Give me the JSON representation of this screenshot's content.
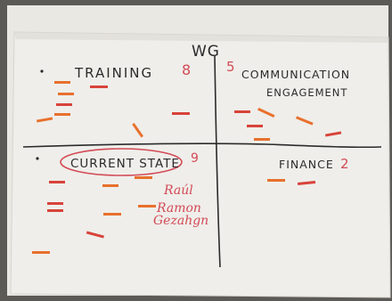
{
  "photo": {
    "content": "Flip-chart paper divided into four quadrants with small sticky notes",
    "colors": {
      "backdrop": "#5b5a57",
      "paper": "#efeeea",
      "paper_shadow": "#dddcd7",
      "marker_black": "#2b2b2b",
      "marker_red": "#d34a55",
      "sticky_orange": "#e8702d",
      "sticky_red": "#d8433a"
    }
  },
  "chart_text": {
    "center_label": "WG",
    "q1_title": "TRAINING",
    "q1_count": "8",
    "q2_count": "5",
    "q2_title_line1": "COMMUNICATION",
    "q2_title_line2": "ENGAGEMENT",
    "q3_title": "CURRENT STATE",
    "q3_count": "9",
    "q3_names": [
      "Raúl",
      "Ramon",
      "Gezahgn"
    ],
    "q4_title": "FINANCE",
    "q4_count": "2"
  }
}
